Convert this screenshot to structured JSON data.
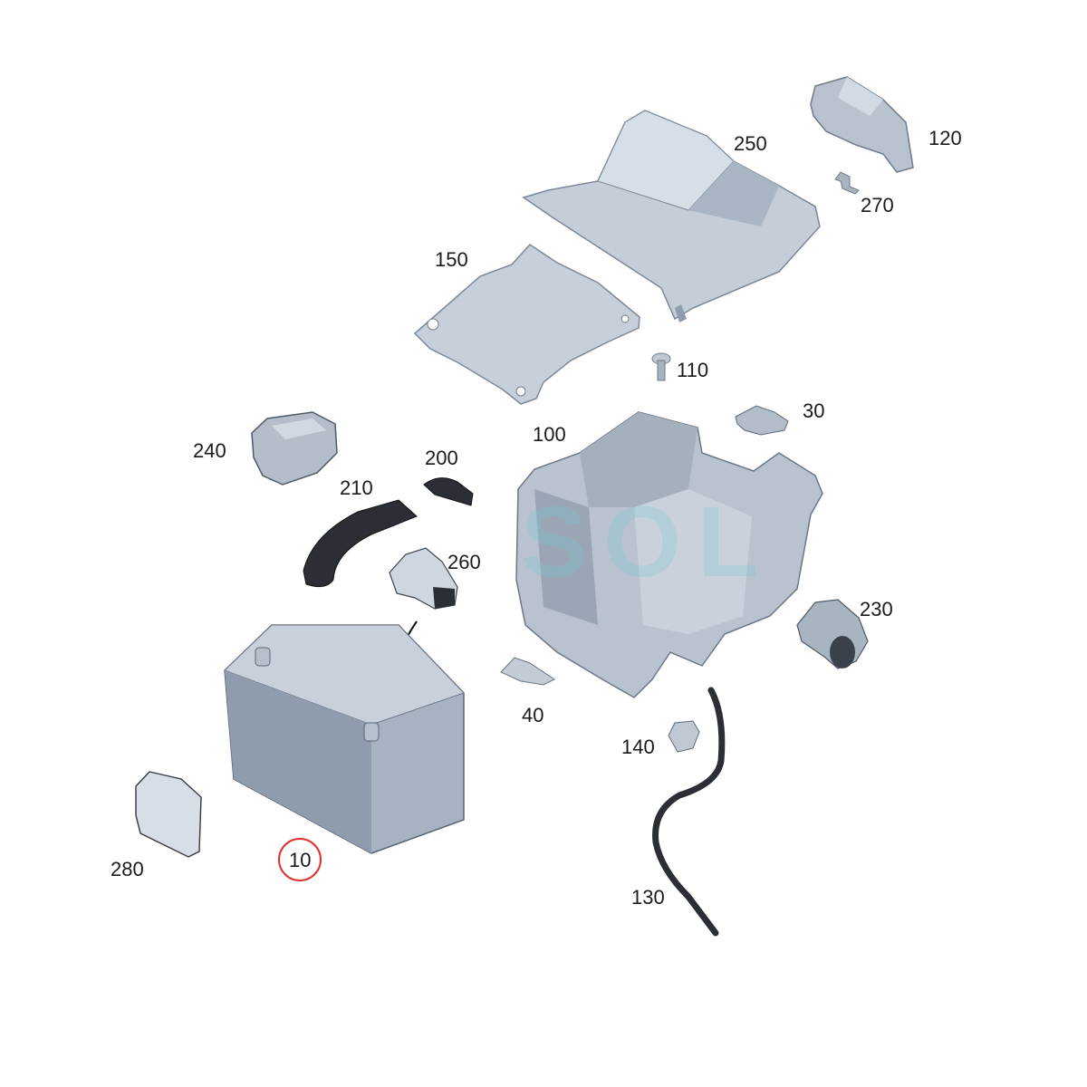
{
  "colors": {
    "part_fill": "#b7c2d0",
    "part_dark": "#8f9cad",
    "part_light": "#d3dbe5",
    "hose": "#2b2f35",
    "outline": "#5f6b7a",
    "highlight": "#e03030",
    "watermark": "#78c8d2"
  },
  "watermark": {
    "text": "SOL"
  },
  "labels": {
    "p10": "10",
    "p30": "30",
    "p40": "40",
    "p100": "100",
    "p110": "110",
    "p120": "120",
    "p130": "130",
    "p140": "140",
    "p150": "150",
    "p200": "200",
    "p210": "210",
    "p230": "230",
    "p240": "240",
    "p250": "250",
    "p260": "260",
    "p270": "270",
    "p280": "280"
  },
  "highlighted_part": "10"
}
